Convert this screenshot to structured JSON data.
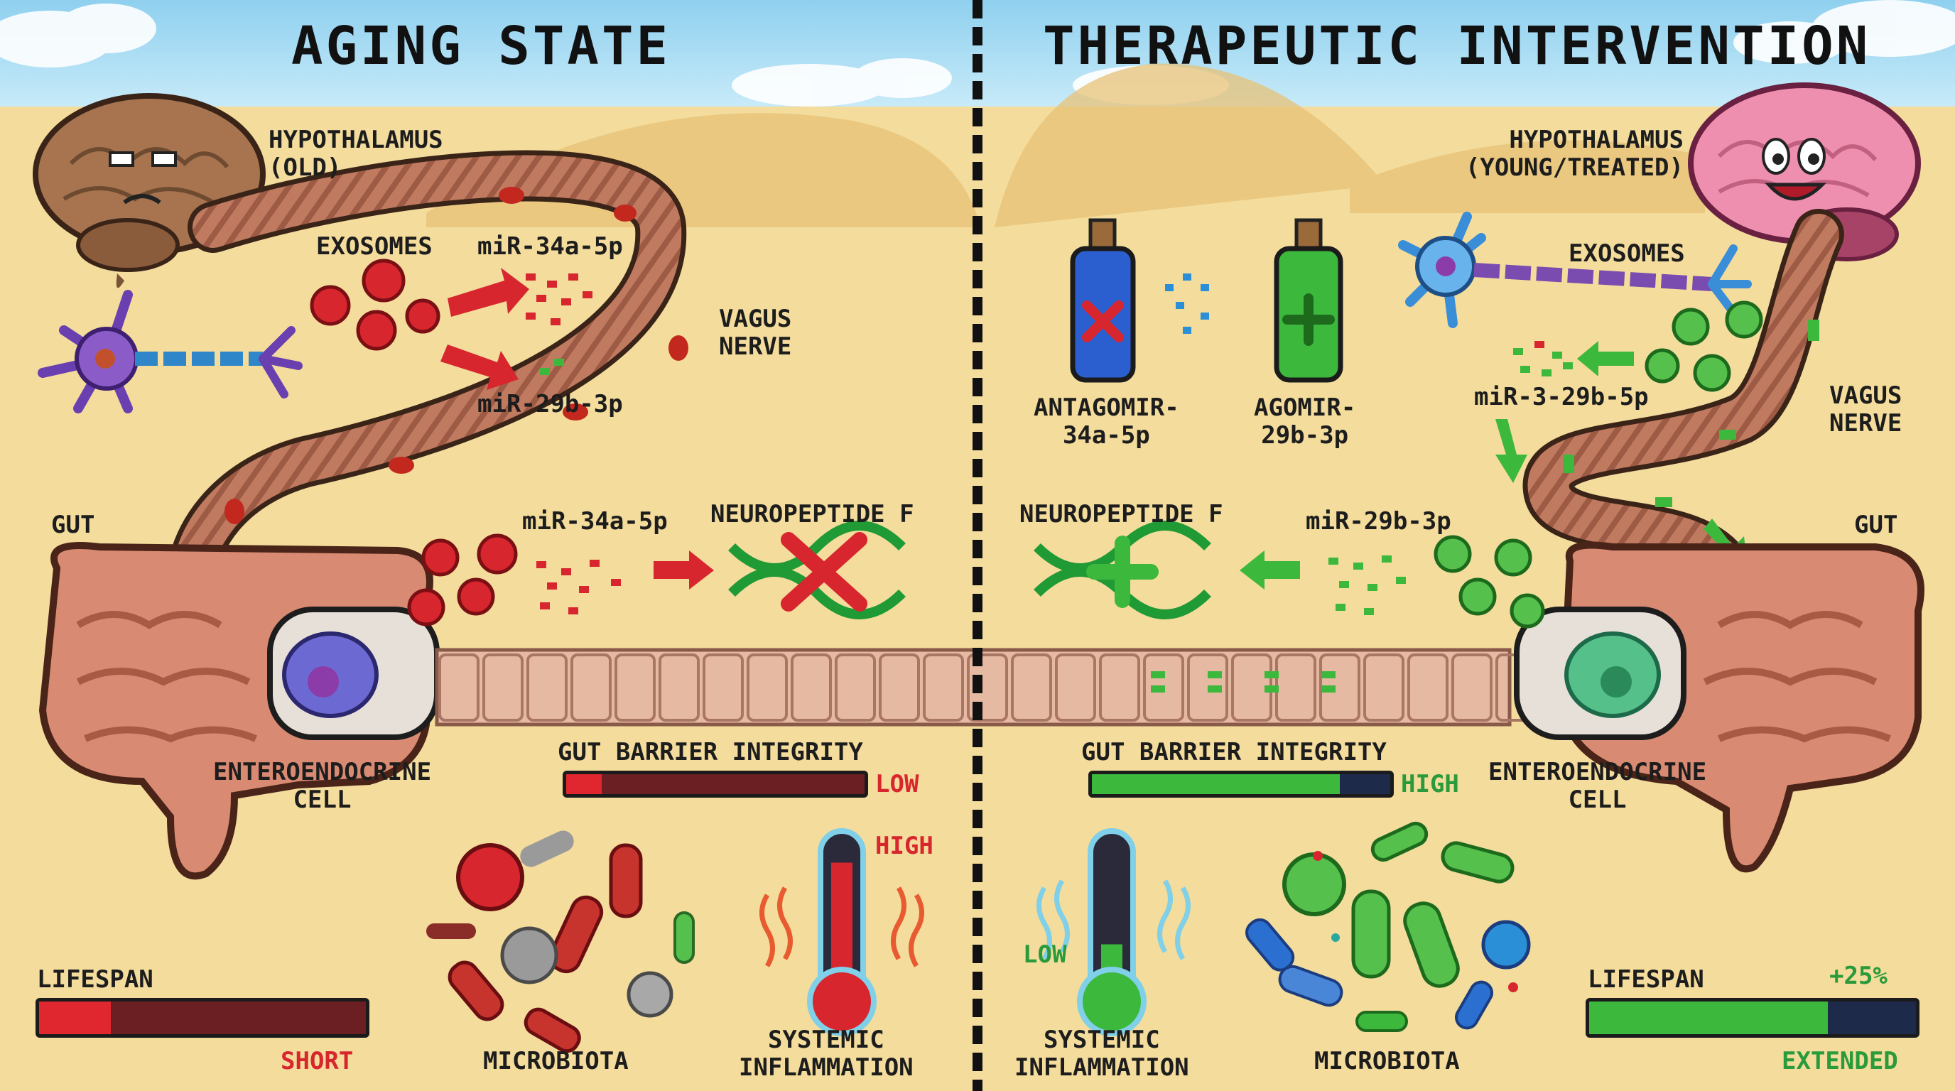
{
  "left_panel": {
    "title": "AGING STATE",
    "hypothalamus_label": "HYPOTHALAMUS\n(OLD)",
    "exosomes_label": "EXOSOMES",
    "mir34_label_top": "miR-34a-5p",
    "mir29_label": "miR-29b-3p",
    "vagus_label": "VAGUS\nNERVE",
    "gut_label": "GUT",
    "mir34_label_gut": "miR-34a-5p",
    "neuropeptide_label": "NEUROPEPTIDE F",
    "enteroendocrine_label": "ENTEROENDOCRINE\nCELL",
    "barrier_label": "GUT BARRIER INTEGRITY",
    "barrier_status": "LOW",
    "barrier_level": 0.12,
    "inflammation_status": "HIGH",
    "inflammation_level": 0.85,
    "inflammation_label": "SYSTEMIC\nINFLAMMATION",
    "microbiota_label": "MICROBIOTA",
    "lifespan_label": "LIFESPAN",
    "lifespan_status": "SHORT",
    "lifespan_level": 0.22
  },
  "right_panel": {
    "title": "THERAPEUTIC INTERVENTION",
    "hypothalamus_label": "HYPOTHALAMUS\n(YOUNG/TREATED)",
    "exosomes_label": "EXOSOMES",
    "antagomir_label": "ANTAGOMIR-\n34a-5p",
    "agomir_label": "AGOMIR-\n29b-3p",
    "mir_label_top": "miR-3-29b-5p",
    "vagus_label": "VAGUS\nNERVE",
    "gut_label": "GUT",
    "mir29_label_gut": "miR-29b-3p",
    "neuropeptide_label": "NEUROPEPTIDE F",
    "enteroendocrine_label": "ENTEROENDOCRINE\nCELL",
    "barrier_label": "GUT BARRIER INTEGRITY",
    "barrier_status": "HIGH",
    "barrier_level": 0.83,
    "inflammation_status": "LOW",
    "inflammation_level": 0.35,
    "inflammation_label": "SYSTEMIC\nINFLAMMATION",
    "microbiota_label": "MICROBIOTA",
    "lifespan_label": "LIFESPAN",
    "lifespan_change": "+25%",
    "lifespan_status": "EXTENDED",
    "lifespan_level": 0.73
  },
  "colors": {
    "sky": "#9fd6ee",
    "sand": "#f3dc9c",
    "dune": "#e8c47a",
    "aging_red": "#d8262e",
    "healthy_green": "#3cb83c",
    "gut_pink": "#d98a72",
    "nerve_brown": "#b5705a",
    "brain_old": "#a87450",
    "brain_young": "#ef8fb0"
  }
}
